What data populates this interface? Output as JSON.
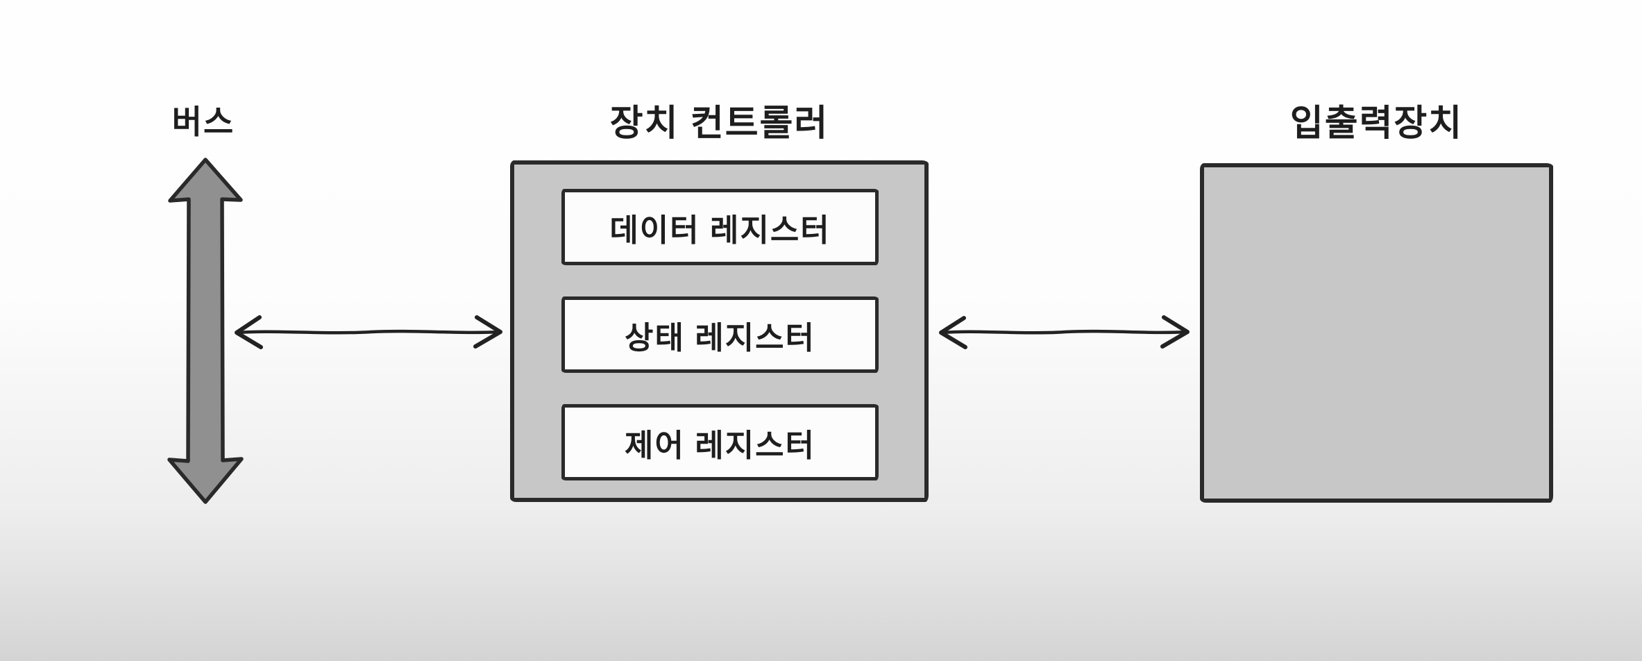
{
  "bus": {
    "label": "버스"
  },
  "device_controller": {
    "title": "장치 컨트롤러",
    "registers": [
      {
        "label": "데이터 레지스터"
      },
      {
        "label": "상태 레지스터"
      },
      {
        "label": "제어 레지스터"
      }
    ]
  },
  "io_device": {
    "title": "입출력장치"
  },
  "colors": {
    "bg_top": "#fefefe",
    "bg_bottom": "#d4d4d4",
    "box_fill": "#c7c7c7",
    "box_border": "#2a2a2a",
    "register_fill": "#fcfcfc",
    "register_border": "#2a2a2a",
    "arrow_fill": "#909090",
    "arrow_stroke": "#2a2a2a",
    "line_color": "#222222",
    "text_color": "#1e1e1e"
  }
}
